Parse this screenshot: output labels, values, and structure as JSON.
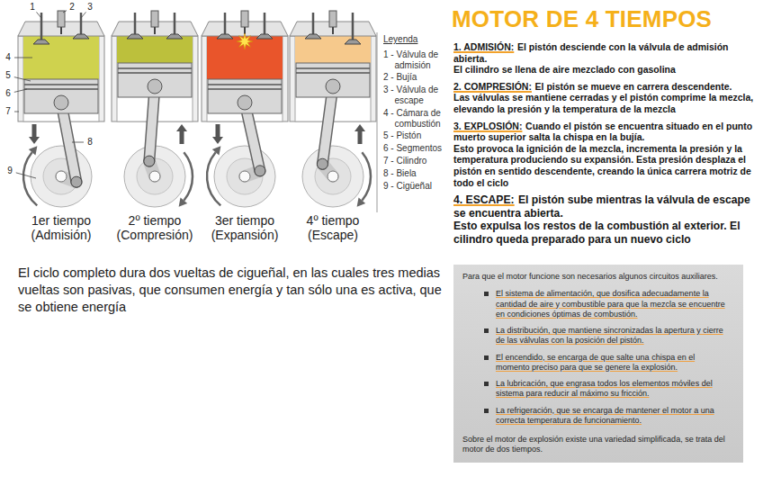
{
  "diagram": {
    "title": "MOTOR DE 4 TIEMPOS",
    "nodes": [
      {
        "text": [
          "Para que el motor funcione son necesarios algunos circuitos auxiliares.",
          "El sistema de alimentación, que dosifica adecuadamente la cantidad de aire y combustible para que la mezcla se encuentre en condiciones óptimas de combustión.",
          "La distribución, que mantiene sincronizadas la apertura y cierre de las válvulas con la posición del pistón.",
          "El encendido, se encarga de que salte una chispa en el momento preciso para que se genere la explosión.",
          "La lubricación, que engrasa todos los elementos móviles del sistema para reducir al máximo su fricción.",
          "La refrigeración, que se encarga de mantener el motor a una correcta temperatura de funcionamiento.",
          "Sobre el motor de explosión existe una variedad simplificada, se trata del motor de dos tiempos."
        ]
      }
    ],
    "labels": [
      "1",
      "2",
      "3",
      "4",
      "5",
      "6",
      "7",
      "8",
      "9",
      "1er tiempo (Admisión)",
      "2º tiempo (Compresión)",
      "3er tiempo (Expansión)",
      "4º tiempo (Escape)",
      "Leyenda",
      "1 - Válvula de admisión",
      "2 - Bujía",
      "3 - Válvula de escape",
      "4 - Cámara de combustión",
      "5 - Pistón",
      "6 - Segmentos",
      "7 - Cilindro",
      "8 - Biela",
      "9 - Cigüeñal",
      "1. ADMISIÓN:",
      "El pistón desciende con la válvula de admisión abierta.",
      "El cilindro se llena de aire mezclado con gasolina",
      "2. COMPRESIÓN:",
      "El pistón se mueve en carrera descendente.",
      "Las válvulas se mantiene cerradas y el pistón comprime la mezcla, elevando la presión y la temperatura de la mezcla",
      "3. EXPLOSIÓN:",
      "Cuando el pistón se encuentra situado en el punto muerto superior salta la chispa en la bujía.",
      "Esto provoca la ignición de la mezcla, incrementa la presión y la temperatura produciendo su expansión. Esta presión desplaza el pistón en sentido descendente, creando la única carrera motriz de todo el ciclo",
      "4. ESCAPE:",
      "El pistón sube mientras la válvula de escape se encuentra abierta.",
      "Esto expulsa los restos de la combustión al exterior. El cilindro queda preparado para un nuevo ciclo",
      "El ciclo completo dura dos vueltas de cigueñal, en las cuales tres medias vueltas son pasivas, que consumen energía y tan sólo una es activa, que se obtiene energía"
    ]
  }
}
